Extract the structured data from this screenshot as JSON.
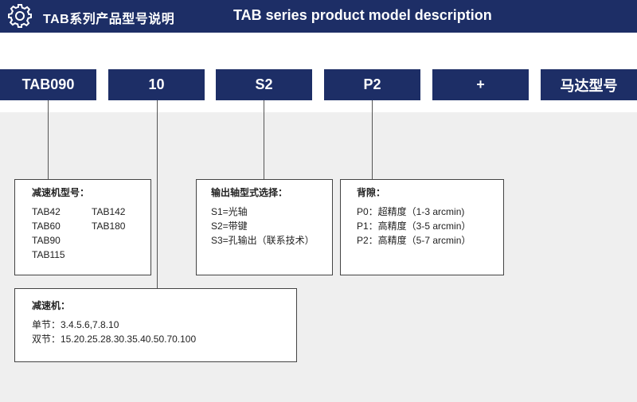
{
  "header": {
    "title_cn": "TAB系列产品型号说明",
    "title_en": "TAB series product model description",
    "icon": "gear-icon"
  },
  "code_boxes": [
    "TAB090",
    "10",
    "S2",
    "P2",
    "+",
    "马达型号"
  ],
  "boxes": {
    "reducer_model": {
      "heading": "减速机型号：",
      "items": [
        "TAB42",
        "TAB142",
        "TAB60",
        "TAB180",
        "TAB90",
        "",
        "TAB115",
        ""
      ]
    },
    "shaft_type": {
      "heading": "输出轴型式选择：",
      "lines": [
        "S1=光轴",
        "S2=带键",
        "S3=孔输出（联系技术）"
      ]
    },
    "backlash": {
      "heading": "背隙：",
      "lines": [
        "P0：超精度（1-3 arcmin)",
        "P1：高精度（3-5 arcmin）",
        "P2：高精度（5-7 arcmin）"
      ]
    },
    "ratio": {
      "heading": "减速机：",
      "lines": [
        "单节：3.4.5.6,7.8.10",
        "双节：15.20.25.28.30.35.40.50.70.100"
      ]
    }
  },
  "colors": {
    "navy": "#1d2e66",
    "panel_gray": "#efefef",
    "border": "#444444"
  }
}
